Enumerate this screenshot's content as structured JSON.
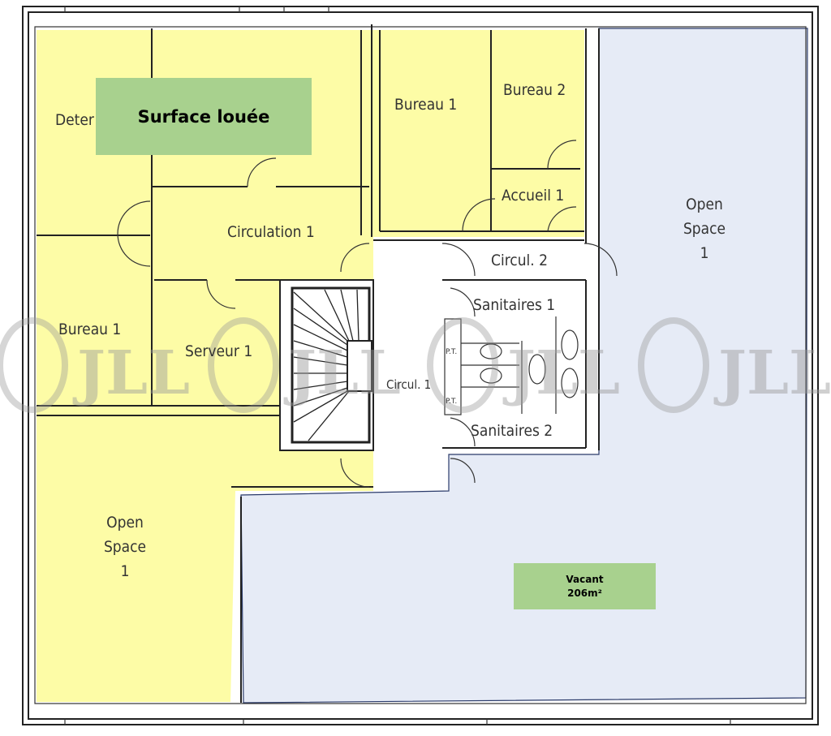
{
  "colors": {
    "leased": "#fdfca6",
    "vacant_area": "#e6ebf6",
    "label_box": "#a8d18e",
    "wall": "#222222"
  },
  "labels": {
    "leased": "Surface louée",
    "vacant_title": "Vacant",
    "vacant_area": "206m²"
  },
  "rooms": {
    "deter": "Deter",
    "bureau1_top": "Bureau 1",
    "bureau2": "Bureau 2",
    "accueil1": "Accueil 1",
    "circulation1": "Circulation 1",
    "circul2": "Circul. 2",
    "sanitaires1": "Sanitaires 1",
    "sanitaires2": "Sanitaires 2",
    "bureau1_left": "Bureau 1",
    "serveur1": "Serveur 1",
    "circul1": "Circul. 1",
    "pt_top": "P.T.",
    "pt_bottom": "P.T.",
    "open_space_right": [
      "Open",
      "Space",
      "1"
    ],
    "open_space_left": [
      "Open",
      "Space",
      "1"
    ]
  },
  "watermark": "JLL"
}
